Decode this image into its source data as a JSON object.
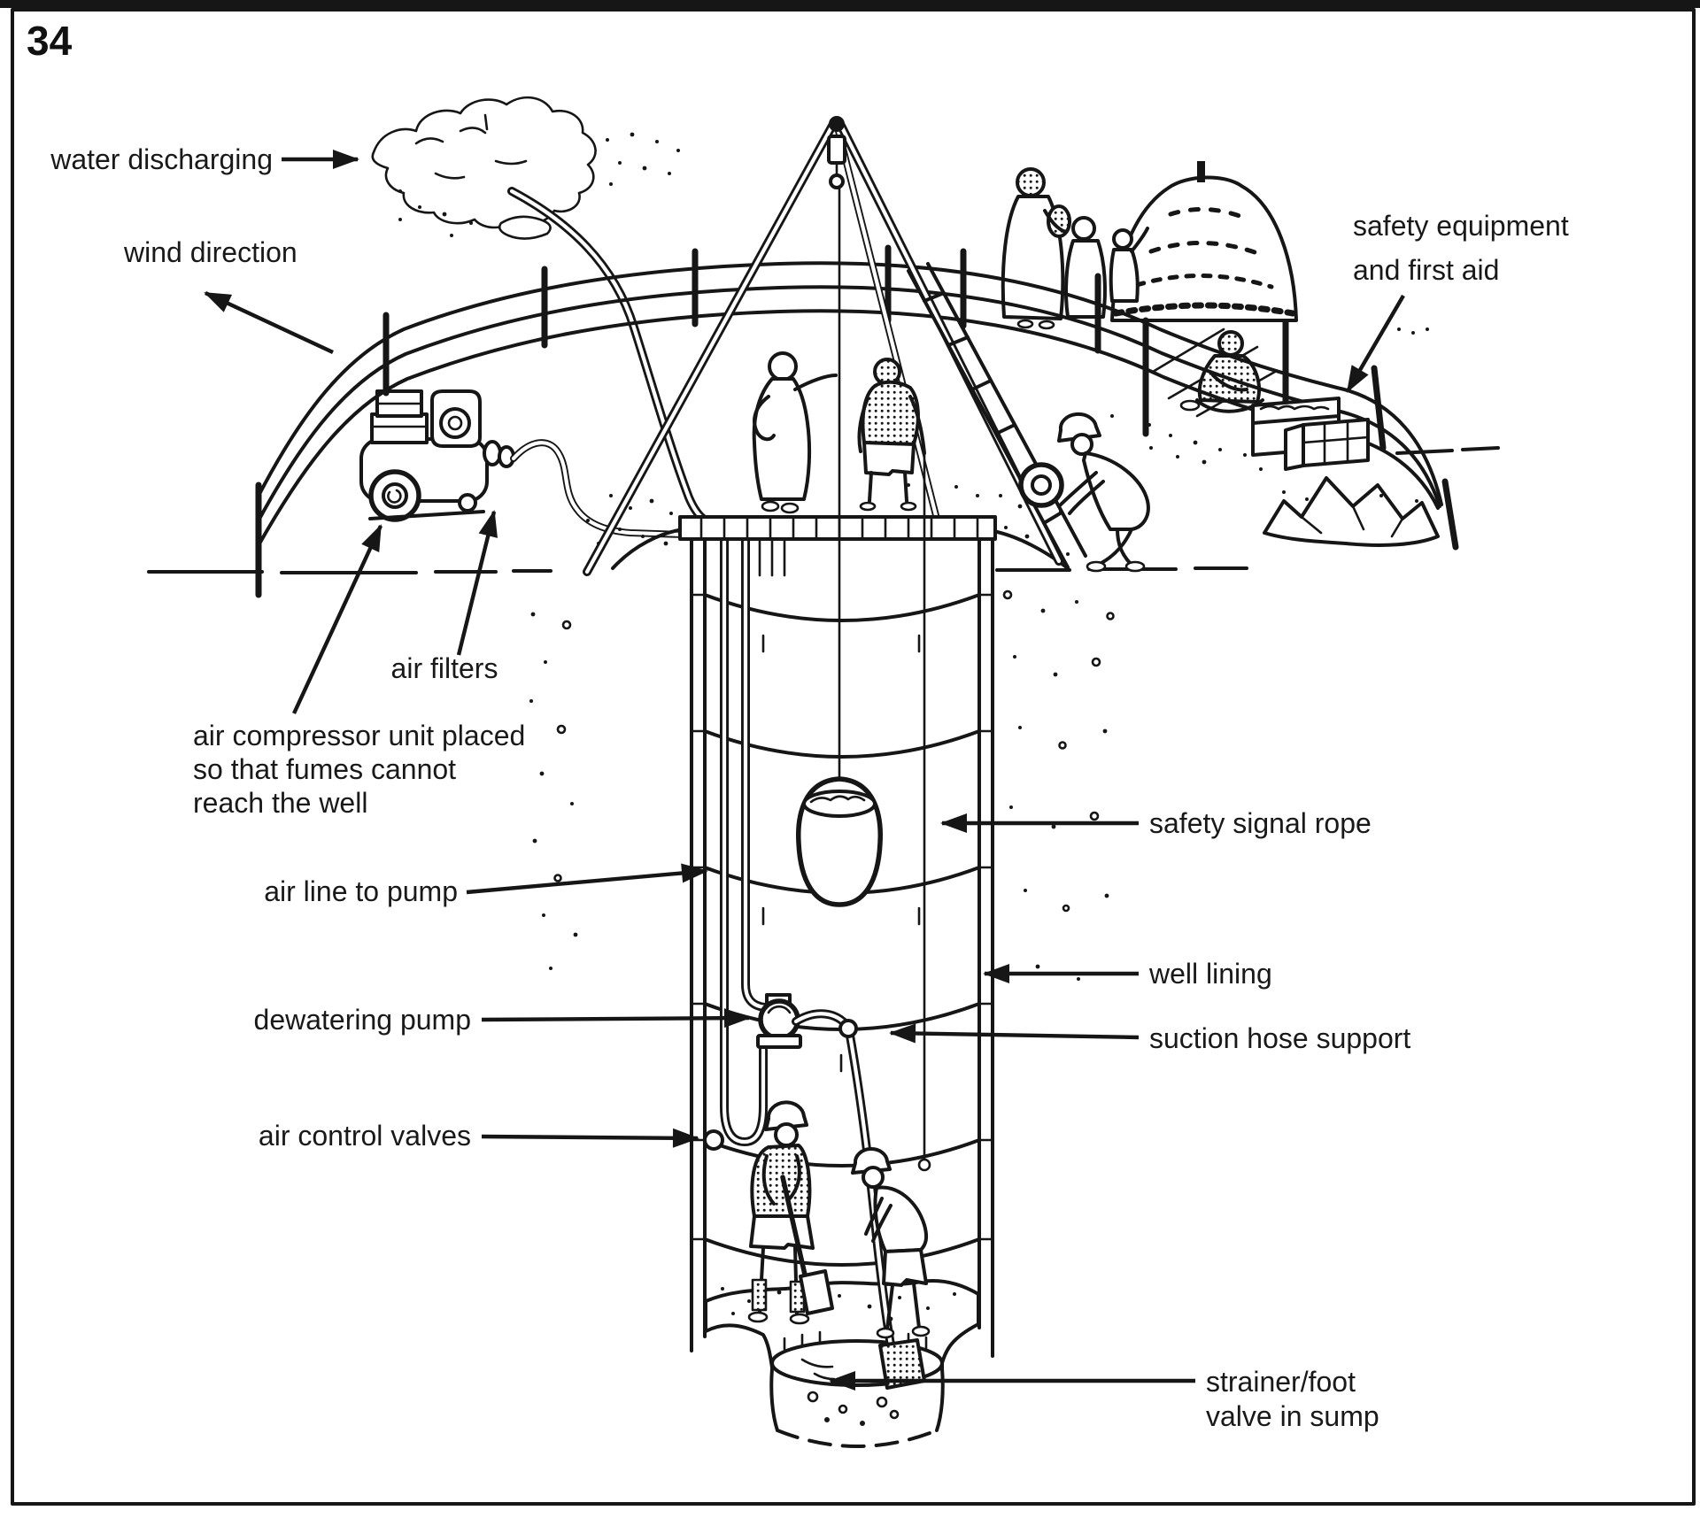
{
  "page": {
    "number": "34"
  },
  "colors": {
    "ink": "#161616",
    "paper": "#ffffff"
  },
  "labels": {
    "water_discharging": "water discharging",
    "wind_direction": "wind direction",
    "safety_equipment": {
      "line1": "safety equipment",
      "line2": "and first aid"
    },
    "air_filters": "air filters",
    "air_compressor": {
      "line1": "air compressor unit placed",
      "line2": "so that fumes cannot",
      "line3": "reach the well"
    },
    "air_line_to_pump": "air line to pump",
    "dewatering_pump": "dewatering pump",
    "air_control_valves": "air control valves",
    "safety_signal_rope": "safety signal rope",
    "well_lining": "well lining",
    "suction_hose_support": "suction hose support",
    "strainer": {
      "line1": "strainer/foot",
      "line2": "valve in sump"
    }
  }
}
